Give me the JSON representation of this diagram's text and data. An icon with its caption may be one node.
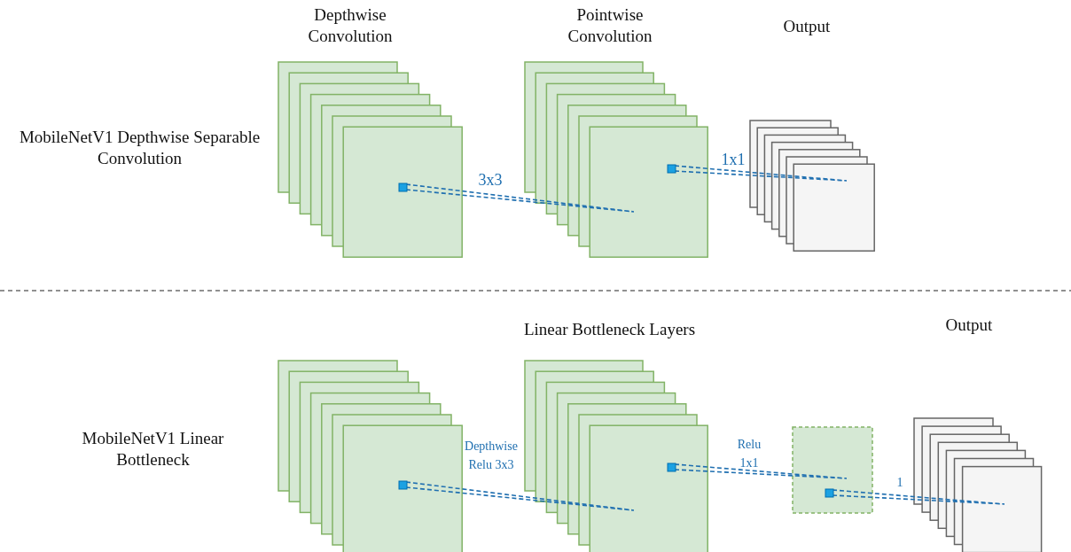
{
  "diagram": {
    "nodes": [
      {
        "text": [
          "Depthwise Convolution"
        ]
      },
      {
        "text": [
          "Pointwise Convolution"
        ]
      },
      {
        "text": [
          "Output"
        ]
      },
      {
        "text": [],
        "shape": "box"
      },
      {
        "text": [],
        "shape": "box"
      },
      {
        "text": [],
        "shape": "box"
      },
      {
        "text": [
          "Output"
        ]
      }
    ],
    "edges": [
      {
        "from": 0,
        "to": 1,
        "arrow": "none",
        "label": "3x3",
        "style": "dashed"
      },
      {
        "from": 1,
        "to": 2,
        "arrow": "none",
        "label": "1x1",
        "style": "dashed"
      },
      {
        "from": 3,
        "to": 4,
        "arrow": "none",
        "label": "Depthwise Relu 3x3",
        "style": "dashed"
      },
      {
        "from": 4,
        "to": 5,
        "arrow": "none",
        "label": "Relu 1x1",
        "style": "dashed"
      },
      {
        "from": 5,
        "to": 6,
        "arrow": "none",
        "label": "1",
        "style": "dashed"
      }
    ],
    "labels": [
      "MobileNetV1 Depthwise Separable Convolution",
      "Linear Bottleneck Layers",
      "MobileNetV1 Linear Bottleneck"
    ]
  }
}
